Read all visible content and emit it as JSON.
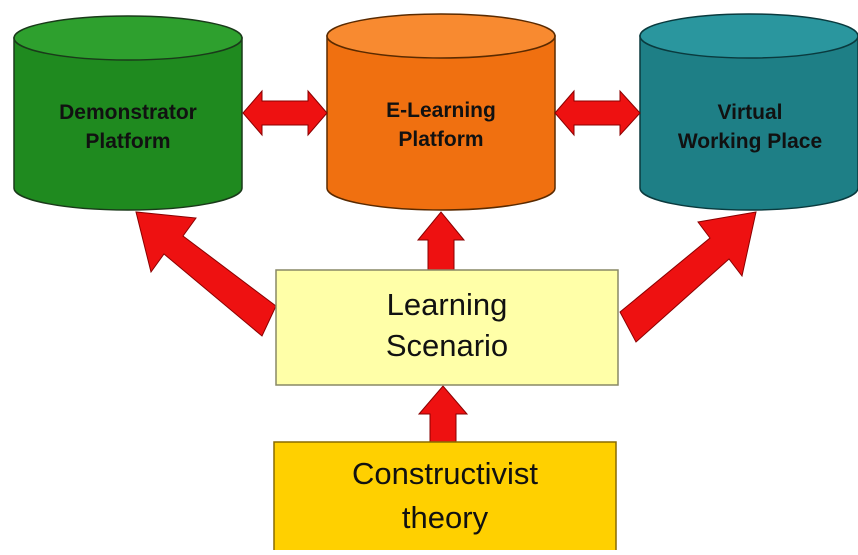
{
  "platforms": [
    {
      "label_line1": "Demonstrator",
      "label_line2": "Platform",
      "color": "#1f8a1f",
      "top_color": "#2ea02e"
    },
    {
      "label_line1": "E-Learning",
      "label_line2": "Platform",
      "color": "#f07010",
      "top_color": "#f88a30"
    },
    {
      "label_line1": "Virtual",
      "label_line2": "Working Place",
      "color": "#1e7f86",
      "top_color": "#2a969e"
    }
  ],
  "scenario": {
    "line1": "Learning",
    "line2": "Scenario",
    "color": "#ffffa8"
  },
  "theory": {
    "line1": "Constructivist",
    "line2": "theory",
    "color": "#ffd000"
  },
  "arrow_color": "#ee1111"
}
